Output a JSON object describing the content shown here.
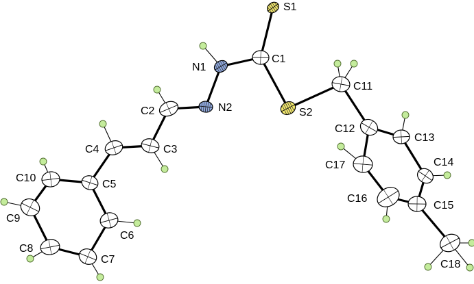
{
  "atoms": [
    {
      "id": "S1",
      "label": "S1",
      "element": "S",
      "color": "#f3e86b"
    },
    {
      "id": "C1",
      "label": "C1",
      "element": "C",
      "color": "#ffffff"
    },
    {
      "id": "N1",
      "label": "N1",
      "element": "N",
      "color": "#8fa9e0"
    },
    {
      "id": "N2",
      "label": "N2",
      "element": "N",
      "color": "#8fa9e0"
    },
    {
      "id": "S2",
      "label": "S2",
      "element": "S",
      "color": "#f3e86b"
    },
    {
      "id": "C11",
      "label": "C11",
      "element": "C",
      "color": "#ffffff"
    },
    {
      "id": "C2",
      "label": "C2",
      "element": "C",
      "color": "#ffffff"
    },
    {
      "id": "C3",
      "label": "C3",
      "element": "C",
      "color": "#ffffff"
    },
    {
      "id": "C4",
      "label": "C4",
      "element": "C",
      "color": "#ffffff"
    },
    {
      "id": "C5",
      "label": "C5",
      "element": "C",
      "color": "#ffffff"
    },
    {
      "id": "C6",
      "label": "C6",
      "element": "C",
      "color": "#ffffff"
    },
    {
      "id": "C7",
      "label": "C7",
      "element": "C",
      "color": "#ffffff"
    },
    {
      "id": "C8",
      "label": "C8",
      "element": "C",
      "color": "#ffffff"
    },
    {
      "id": "C9",
      "label": "C9",
      "element": "C",
      "color": "#ffffff"
    },
    {
      "id": "C10",
      "label": "C10",
      "element": "C",
      "color": "#ffffff"
    },
    {
      "id": "C12",
      "label": "C12",
      "element": "C",
      "color": "#ffffff"
    },
    {
      "id": "C13",
      "label": "C13",
      "element": "C",
      "color": "#ffffff"
    },
    {
      "id": "C14",
      "label": "C14",
      "element": "C",
      "color": "#ffffff"
    },
    {
      "id": "C15",
      "label": "C15",
      "element": "C",
      "color": "#ffffff"
    },
    {
      "id": "C16",
      "label": "C16",
      "element": "C",
      "color": "#ffffff"
    },
    {
      "id": "C17",
      "label": "C17",
      "element": "C",
      "color": "#ffffff"
    },
    {
      "id": "C18",
      "label": "C18",
      "element": "C",
      "color": "#ffffff"
    }
  ],
  "bonds": [
    [
      "S1",
      "C1"
    ],
    [
      "C1",
      "N1"
    ],
    [
      "C1",
      "S2"
    ],
    [
      "N1",
      "N2"
    ],
    [
      "N2",
      "C2"
    ],
    [
      "C2",
      "C3"
    ],
    [
      "C3",
      "C4"
    ],
    [
      "C4",
      "C5"
    ],
    [
      "C5",
      "C6"
    ],
    [
      "C6",
      "C7"
    ],
    [
      "C7",
      "C8"
    ],
    [
      "C8",
      "C9"
    ],
    [
      "C9",
      "C10"
    ],
    [
      "C10",
      "C5"
    ],
    [
      "S2",
      "C11"
    ],
    [
      "C11",
      "C12"
    ],
    [
      "C12",
      "C13"
    ],
    [
      "C13",
      "C14"
    ],
    [
      "C14",
      "C15"
    ],
    [
      "C15",
      "C16"
    ],
    [
      "C16",
      "C17"
    ],
    [
      "C17",
      "C12"
    ],
    [
      "C15",
      "C18"
    ]
  ],
  "hydrogen_parents": [
    "N1",
    "C2",
    "C3",
    "C4",
    "C6",
    "C7",
    "C8",
    "C9",
    "C10",
    "C11",
    "C11",
    "C13",
    "C14",
    "C16",
    "C17",
    "C18",
    "C18",
    "C18"
  ],
  "colors": {
    "hydrogen": "#c4ec9c",
    "sulfur": "#f3e86b",
    "nitrogen": "#8fa9e0",
    "carbon": "#ffffff",
    "bond": "#000000"
  }
}
